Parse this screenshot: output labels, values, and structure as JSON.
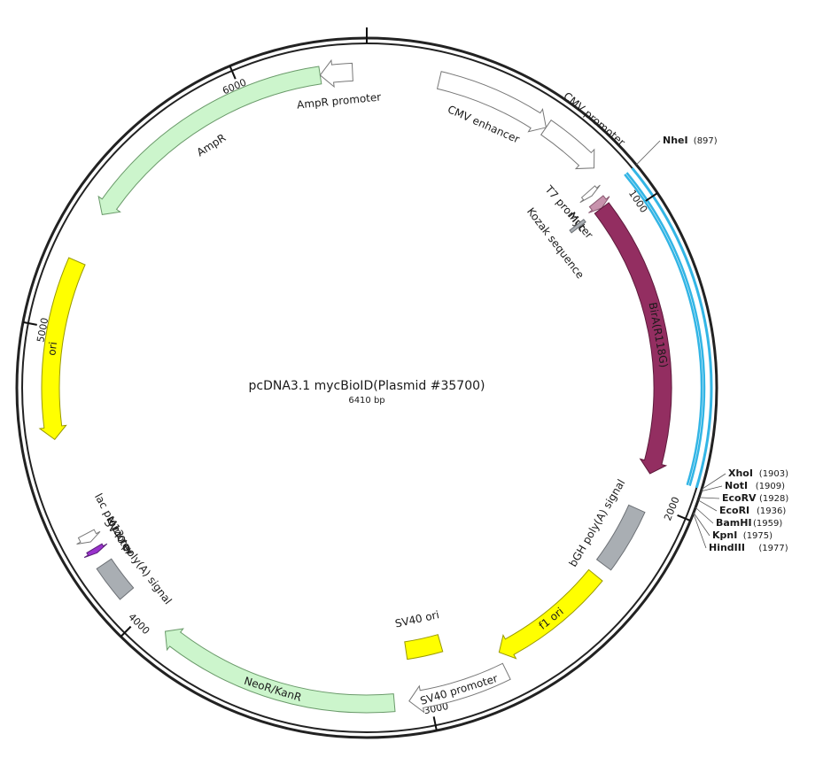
{
  "plasmid": {
    "name": "pcDNA3.1 mycBioID(Plasmid #35700)",
    "size_label": "6410 bp",
    "length_bp": 6410
  },
  "ticks": [
    {
      "bp": 0,
      "label": ""
    },
    {
      "bp": 1000,
      "label": "1000"
    },
    {
      "bp": 2000,
      "label": "2000"
    },
    {
      "bp": 3000,
      "label": "3000"
    },
    {
      "bp": 4000,
      "label": "4000"
    },
    {
      "bp": 5000,
      "label": "5000"
    },
    {
      "bp": 6000,
      "label": "6000"
    }
  ],
  "features": [
    {
      "id": "cmv-enhancer",
      "label": "CMV enhancer",
      "start": 236,
      "end": 615,
      "strand": 1,
      "color": "#ffffff",
      "stroke": "#777777",
      "ring": "inner1",
      "label_pos": "inside"
    },
    {
      "id": "cmv-promoter",
      "label": "CMV promoter",
      "start": 615,
      "end": 818,
      "strand": 1,
      "color": "#ffffff",
      "stroke": "#777777",
      "ring": "inner1",
      "label_pos": "callout"
    },
    {
      "id": "t7-promoter",
      "label": "T7 promoter",
      "start": 863,
      "end": 882,
      "strand": 1,
      "color": "#ffffff",
      "stroke": "#777777",
      "ring": "inner2",
      "label_pos": "inside"
    },
    {
      "id": "myc",
      "label": "Myc",
      "start": 906,
      "end": 936,
      "strand": 1,
      "color": "#c893ad",
      "stroke": "#8a5a72",
      "ring": "inner2",
      "label_pos": "inside"
    },
    {
      "id": "kozak",
      "label": "Kozak sequence",
      "start": 930,
      "end": 940,
      "strand": 0,
      "color": "#a9aeb3",
      "stroke": "#6c7075",
      "ring": "inner3",
      "label_pos": "inside"
    },
    {
      "id": "bira",
      "label": "BirA(R118G)",
      "start": 936,
      "end": 1903,
      "strand": 1,
      "color": "#932e61",
      "stroke": "#5e1a3c",
      "ring": "inner2",
      "label_pos": "on"
    },
    {
      "id": "bgh",
      "label": "bGH poly(A) signal",
      "start": 2032,
      "end": 2257,
      "strand": 0,
      "color": "#a9aeb3",
      "stroke": "#6c7075",
      "ring": "inner2",
      "label_pos": "inside"
    },
    {
      "id": "f1-ori",
      "label": "f1 ori",
      "start": 2303,
      "end": 2732,
      "strand": 1,
      "color": "#ffff00",
      "stroke": "#999900",
      "ring": "inner2",
      "label_pos": "on"
    },
    {
      "id": "sv40-promoter",
      "label": "SV40 promoter",
      "start": 2738,
      "end": 3068,
      "strand": 1,
      "color": "#ffffff",
      "stroke": "#777777",
      "ring": "inner1",
      "label_pos": "on"
    },
    {
      "id": "sv40-ori",
      "label": "SV40 ori",
      "start": 2919,
      "end": 3054,
      "strand": 0,
      "color": "#ffff00",
      "stroke": "#999900",
      "ring": "inner3",
      "label_pos": "inside"
    },
    {
      "id": "neor",
      "label": "NeoR/KanR",
      "start": 3116,
      "end": 3910,
      "strand": 1,
      "color": "#ccf5cc",
      "stroke": "#6a9a6a",
      "ring": "inner1",
      "label_pos": "on"
    },
    {
      "id": "sv40-polya",
      "label": "SV40 poly(A) signal",
      "start": 4084,
      "end": 4205,
      "strand": 0,
      "color": "#a9aeb3",
      "stroke": "#6c7075",
      "ring": "inner1",
      "label_pos": "inside"
    },
    {
      "id": "m13-rev",
      "label": "M13 rev",
      "start": 4247,
      "end": 4264,
      "strand": -1,
      "color": "#9933cc",
      "stroke": "#5a1f7a",
      "ring": "inner1",
      "label_pos": "inside"
    },
    {
      "id": "lac-promoter",
      "label": "lac promoter",
      "start": 4288,
      "end": 4318,
      "strand": -1,
      "color": "#ffffff",
      "stroke": "#777777",
      "ring": "inner1",
      "label_pos": "inside"
    },
    {
      "id": "ori",
      "label": "ori",
      "start": 4640,
      "end": 5228,
      "strand": -1,
      "color": "#ffff00",
      "stroke": "#999900",
      "ring": "inner1",
      "label_pos": "on"
    },
    {
      "id": "ampr",
      "label": "AmpR",
      "start": 5399,
      "end": 6259,
      "strand": -1,
      "color": "#ccf5cc",
      "stroke": "#6a9a6a",
      "ring": "inner1",
      "label_pos": "inside"
    },
    {
      "id": "ampr-promoter",
      "label": "AmpR promoter",
      "start": 6259,
      "end": 6364,
      "strand": -1,
      "color": "#ffffff",
      "stroke": "#777777",
      "ring": "inner1",
      "label_pos": "inside"
    }
  ],
  "highlight": {
    "start": 897,
    "end": 1903,
    "color": "#33b5e5"
  },
  "sites": [
    {
      "name": "NheI",
      "pos": "(897)",
      "bp": 897
    },
    {
      "name": "XhoI",
      "pos": "(1903)",
      "bp": 1903
    },
    {
      "name": "NotI",
      "pos": "(1909)",
      "bp": 1909
    },
    {
      "name": "EcoRV",
      "pos": "(1928)",
      "bp": 1928
    },
    {
      "name": "EcoRI",
      "pos": "(1936)",
      "bp": 1936
    },
    {
      "name": "BamHI",
      "pos": "(1959)",
      "bp": 1959
    },
    {
      "name": "KpnI",
      "pos": "(1975)",
      "bp": 1975
    },
    {
      "name": "HindIII",
      "pos": "(1977)",
      "bp": 1977
    }
  ]
}
